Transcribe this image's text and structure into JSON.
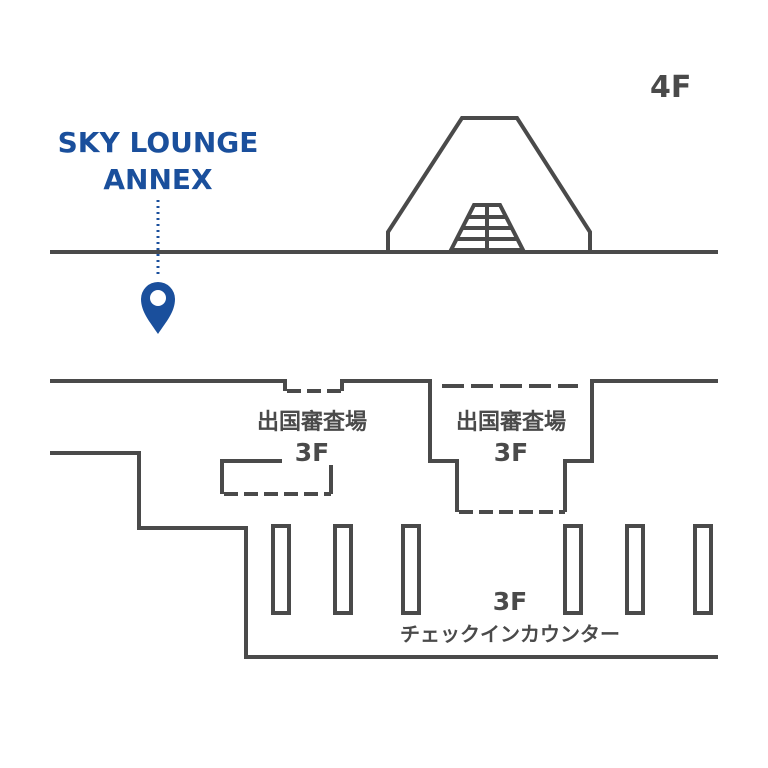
{
  "colors": {
    "line": "#4a4a4a",
    "accent": "#1a4f9c"
  },
  "floor_4f": {
    "label": "4F"
  },
  "annex": {
    "line1": "SKY LOUNGE",
    "line2": "ANNEX",
    "icon": "map-pin-icon"
  },
  "immigration_left": {
    "name": "出国審査場",
    "floor": "3F"
  },
  "immigration_right": {
    "name": "出国審査場",
    "floor": "3F"
  },
  "checkin": {
    "floor": "3F",
    "name": "チェックインカウンター"
  }
}
